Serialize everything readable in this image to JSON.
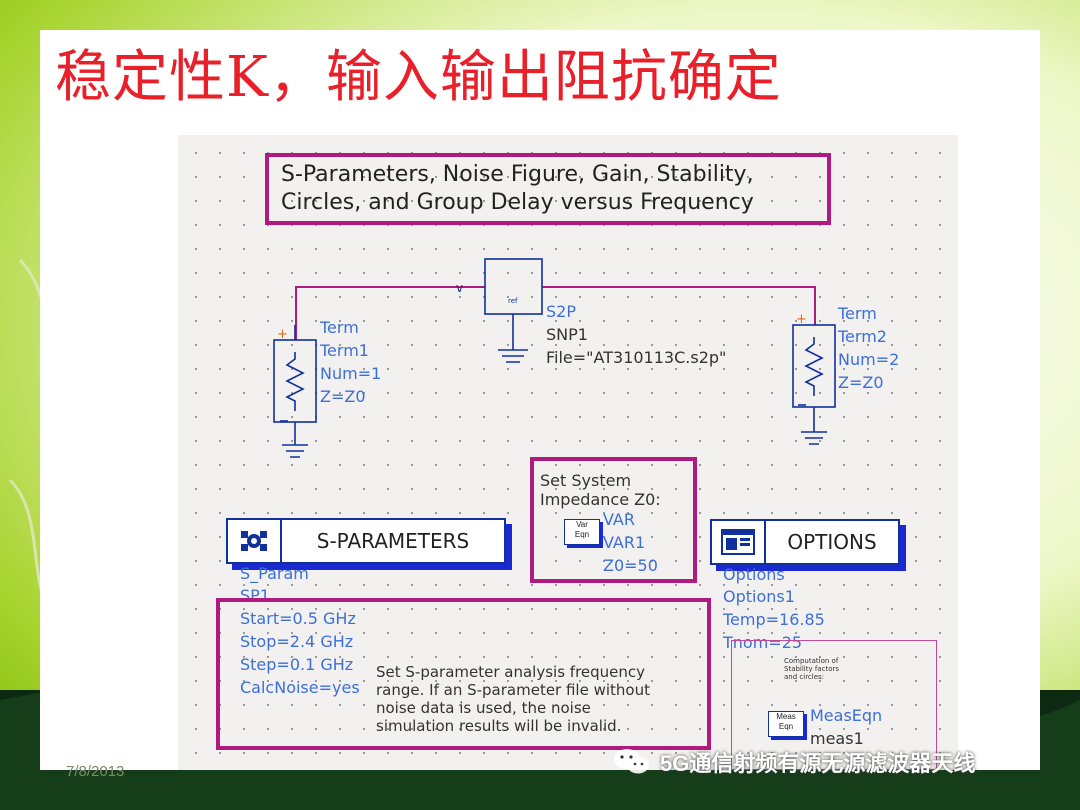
{
  "slide": {
    "title": "稳定性K，输入输出阻抗确定",
    "date": "7/8/2013",
    "watermark": "5G通信射频有源无源滤波器天线"
  },
  "schematic": {
    "header_line1": "S-Parameters, Noise Figure, Gain, Stability,",
    "header_line2": "Circles, and Group Delay versus Frequency",
    "term1": [
      "Term",
      "Term1",
      "Num=1",
      "Z=Z0"
    ],
    "term2": [
      "Term",
      "Term2",
      "Num=2",
      "Z=Z0"
    ],
    "s2p": [
      "S2P",
      "SNP1",
      "File=\"AT310113C.s2p\""
    ],
    "var_block": {
      "note_line1": "Set System",
      "note_line2": "Impedance Z0:",
      "icon_line1": "Var",
      "icon_line2": "Eqn",
      "lines": [
        "VAR",
        "VAR1",
        "Z0=50"
      ]
    },
    "sparam": {
      "label": "S-PARAMETERS",
      "lines": [
        "S_Param",
        "SP1",
        "Start=0.5 GHz",
        "Stop=2.4 GHz",
        "Step=0.1 GHz",
        "CalcNoise=yes"
      ],
      "note": [
        "Set S-parameter analysis frequency",
        "range.  If an S-parameter file without",
        "noise data is used, the noise",
        "simulation results will be invalid."
      ]
    },
    "options": {
      "label": "OPTIONS",
      "lines": [
        "Options",
        "Options1",
        "Temp=16.85",
        "Tnom=25"
      ]
    },
    "meas": {
      "note": [
        "Computation of",
        "Stability factors",
        "and circles:"
      ],
      "icon_line1": "Meas",
      "icon_line2": "Eqn",
      "lines": [
        "MeasEqn",
        "meas1"
      ]
    }
  },
  "colors": {
    "title": "#e8202a",
    "wire": "#b0197d",
    "component": "#1030a0",
    "annotation": "#3c6fd8"
  }
}
